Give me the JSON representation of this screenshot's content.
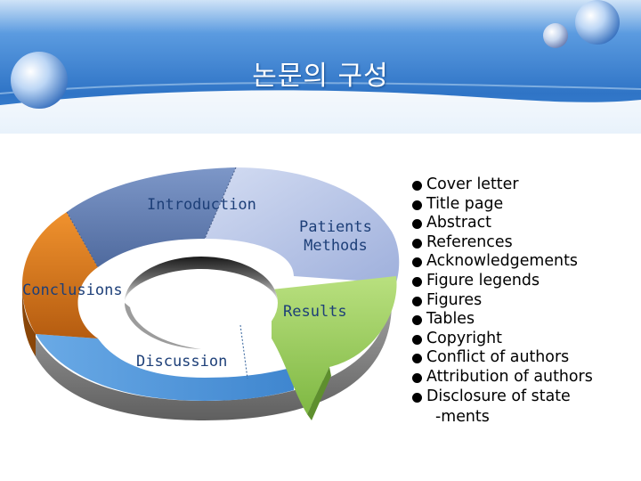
{
  "slide": {
    "title": "논문의 구성",
    "accent_colors": {
      "header_blue": "#4a8fd6",
      "header_light": "#e4f0fb",
      "introduction": "#6f88b8",
      "patients_methods": "#b9c6e6",
      "results": "#9fcf63",
      "discussion": "#5b9bdc",
      "conclusions": "#e27d1c"
    }
  },
  "diagram": {
    "segments": [
      {
        "label": "Introduction"
      },
      {
        "label": "Patients\nMethods",
        "line1": "Patients",
        "line2": "Methods"
      },
      {
        "label": "Results"
      },
      {
        "label": "Discussion"
      },
      {
        "label": "Conclusions"
      }
    ]
  },
  "checklist": {
    "items": [
      "Cover letter",
      "Title page",
      "Abstract",
      "References",
      "Acknowledgements",
      "Figure legends",
      "Figures",
      "Tables",
      "Copyright",
      "Conflict of authors",
      "Attribution of authors",
      "Disclosure of state"
    ],
    "continuation": "-ments"
  }
}
